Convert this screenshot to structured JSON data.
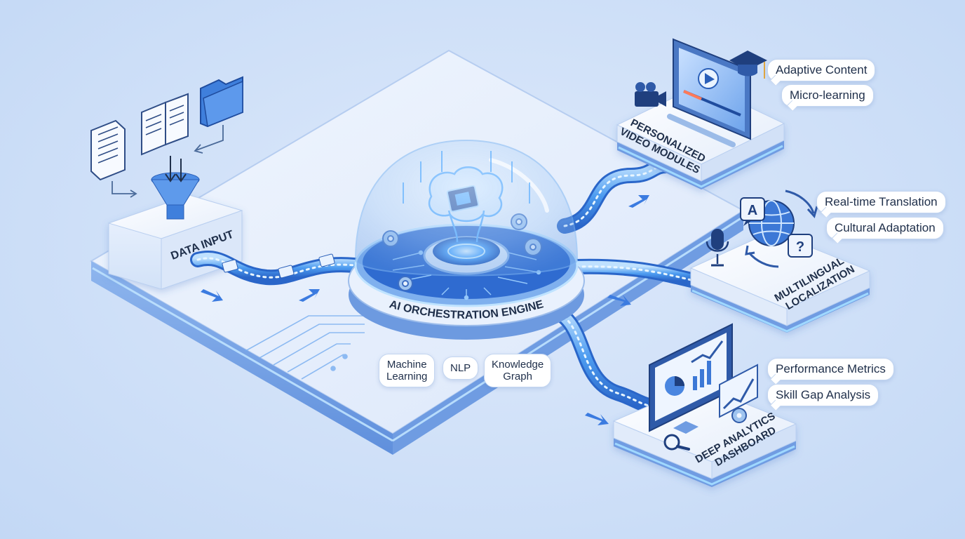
{
  "input": {
    "label": "DATA INPUT"
  },
  "engine": {
    "label": "AI ORCHESTRATION ENGINE"
  },
  "engine_tags": [
    {
      "line1": "Machine",
      "line2": "Learning"
    },
    {
      "line1": "NLP",
      "line2": ""
    },
    {
      "line1": "Knowledge",
      "line2": "Graph"
    }
  ],
  "outputs": {
    "video": {
      "line1": "PERSONALIZED",
      "line2": "VIDEO MODULES",
      "tags": [
        "Adaptive Content",
        "Micro-learning"
      ]
    },
    "localization": {
      "line1": "MULTILINGUAL",
      "line2": "LOCALIZATION",
      "tags": [
        "Real-time Translation",
        "Cultural Adaptation"
      ]
    },
    "analytics": {
      "line1": "DEEP ANALYTICS",
      "line2": "DASHBOARD",
      "tags": [
        "Performance Metrics",
        "Skill Gap Analysis"
      ]
    }
  },
  "icon_glyphs": {
    "translate_a": "A",
    "question": "?"
  },
  "colors": {
    "accent": "#2f6fd6",
    "glow": "#7fc4ff",
    "platform_top": "#e8f0fc",
    "platform_side": "#7aa6e6",
    "text_dark": "#1f2f4a"
  }
}
